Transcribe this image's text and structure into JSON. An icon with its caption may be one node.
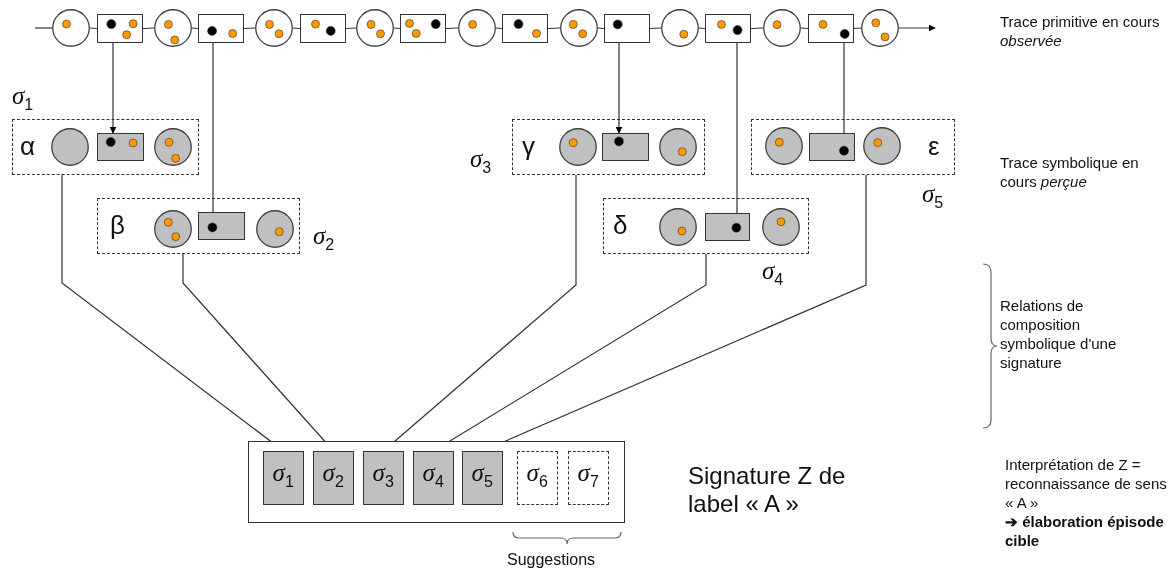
{
  "diagram": {
    "nodes": [
      {
        "text": [],
        "shape": "circle"
      },
      {
        "text": [],
        "shape": "box"
      },
      {
        "text": [],
        "shape": "circle"
      },
      {
        "text": [],
        "shape": "box"
      },
      {
        "text": [],
        "shape": "circle"
      },
      {
        "text": [],
        "shape": "box"
      },
      {
        "text": [],
        "shape": "circle"
      },
      {
        "text": [],
        "shape": "box"
      },
      {
        "text": [],
        "shape": "circle"
      },
      {
        "text": [],
        "shape": "box"
      },
      {
        "text": [],
        "shape": "circle"
      },
      {
        "text": [],
        "shape": "box"
      },
      {
        "text": [],
        "shape": "circle"
      },
      {
        "text": [],
        "shape": "box"
      },
      {
        "text": [],
        "shape": "circle"
      },
      {
        "text": [],
        "shape": "box"
      },
      {
        "text": [],
        "shape": "circle"
      },
      {
        "text": [
          "α"
        ],
        "beside": [
          "σ$_{1}$"
        ]
      },
      {
        "text": [],
        "shape": "circle",
        "in": 17
      },
      {
        "text": [],
        "shape": "box",
        "in": 17
      },
      {
        "text": [],
        "shape": "circle",
        "in": 17
      },
      {
        "text": [
          "β"
        ],
        "beside": [
          "σ$_{2}$"
        ]
      },
      {
        "text": [],
        "shape": "circle",
        "in": 21
      },
      {
        "text": [],
        "shape": "box",
        "in": 21
      },
      {
        "text": [],
        "shape": "circle",
        "in": 21
      },
      {
        "text": [
          "γ"
        ],
        "beside": [
          "σ$_{3}$"
        ]
      },
      {
        "text": [],
        "shape": "circle",
        "in": 25
      },
      {
        "text": [],
        "shape": "box",
        "in": 25
      },
      {
        "text": [],
        "shape": "circle",
        "in": 25
      },
      {
        "text": [
          "δ"
        ],
        "beside": [
          "σ$_{4}$"
        ]
      },
      {
        "text": [],
        "shape": "circle",
        "in": 29
      },
      {
        "text": [],
        "shape": "box",
        "in": 29
      },
      {
        "text": [],
        "shape": "circle",
        "in": 29
      },
      {
        "text": [
          "ε"
        ],
        "beside": [
          "σ$_{5}$"
        ]
      },
      {
        "text": [],
        "shape": "circle",
        "in": 33
      },
      {
        "text": [],
        "shape": "box",
        "in": 33
      },
      {
        "text": [],
        "shape": "circle",
        "in": 33
      },
      {
        "text": [],
        "shape": "box"
      },
      {
        "text": [
          "σ$_{1}$"
        ],
        "in": 37
      },
      {
        "text": [
          "σ$_{2}$"
        ],
        "in": 37
      },
      {
        "text": [
          "σ$_{3}$"
        ],
        "in": 37
      },
      {
        "text": [
          "σ$_{4}$"
        ],
        "in": 37
      },
      {
        "text": [
          "σ$_{5}$"
        ],
        "in": 37
      },
      {
        "text": [
          "σ$_{6}$"
        ],
        "in": 37
      },
      {
        "text": [
          "σ$_{7}$"
        ],
        "in": 37
      }
    ],
    "edges": [
      {
        "from": null,
        "to": 0,
        "arrow": "none"
      },
      {
        "from": 0,
        "to": 1,
        "arrow": "none"
      },
      {
        "from": 1,
        "to": 2,
        "arrow": "none"
      },
      {
        "from": 2,
        "to": 3,
        "arrow": "none"
      },
      {
        "from": 3,
        "to": 4,
        "arrow": "none"
      },
      {
        "from": 4,
        "to": 5,
        "arrow": "none"
      },
      {
        "from": 5,
        "to": 6,
        "arrow": "none"
      },
      {
        "from": 6,
        "to": 7,
        "arrow": "none"
      },
      {
        "from": 7,
        "to": 8,
        "arrow": "none"
      },
      {
        "from": 8,
        "to": 9,
        "arrow": "none"
      },
      {
        "from": 9,
        "to": 10,
        "arrow": "none"
      },
      {
        "from": 10,
        "to": 11,
        "arrow": "none"
      },
      {
        "from": 11,
        "to": 12,
        "arrow": "none"
      },
      {
        "from": 12,
        "to": 13,
        "arrow": "none"
      },
      {
        "from": 13,
        "to": 14,
        "arrow": "none"
      },
      {
        "from": 14,
        "to": 15,
        "arrow": "none"
      },
      {
        "from": 15,
        "to": 16,
        "arrow": "none"
      },
      {
        "from": 16,
        "to": null,
        "arrow": "to"
      },
      {
        "from": 1,
        "to": 19,
        "arrow": "to"
      },
      {
        "from": 3,
        "to": 23,
        "arrow": "none"
      },
      {
        "from": 11,
        "to": 27,
        "arrow": "to"
      },
      {
        "from": 13,
        "to": 31,
        "arrow": "none"
      },
      {
        "from": 15,
        "to": 35,
        "arrow": "none"
      },
      {
        "from": 17,
        "to": 38,
        "arrow": "none"
      },
      {
        "from": 21,
        "to": 39,
        "arrow": "none"
      },
      {
        "from": 25,
        "to": 40,
        "arrow": "none"
      },
      {
        "from": 29,
        "to": 41,
        "arrow": "none"
      },
      {
        "from": 33,
        "to": 42,
        "arrow": "none"
      }
    ],
    "labels": [
      "Trace primitive en cours *observée*",
      "Trace symbolique en cours *perçue*",
      "Relations de composition symbolique d'une signature",
      "Signature Z de label « A »",
      "Interprétation de Z = reconnaissance de sens « A »",
      "➔ élaboration épisode cible",
      "Suggestions"
    ]
  }
}
